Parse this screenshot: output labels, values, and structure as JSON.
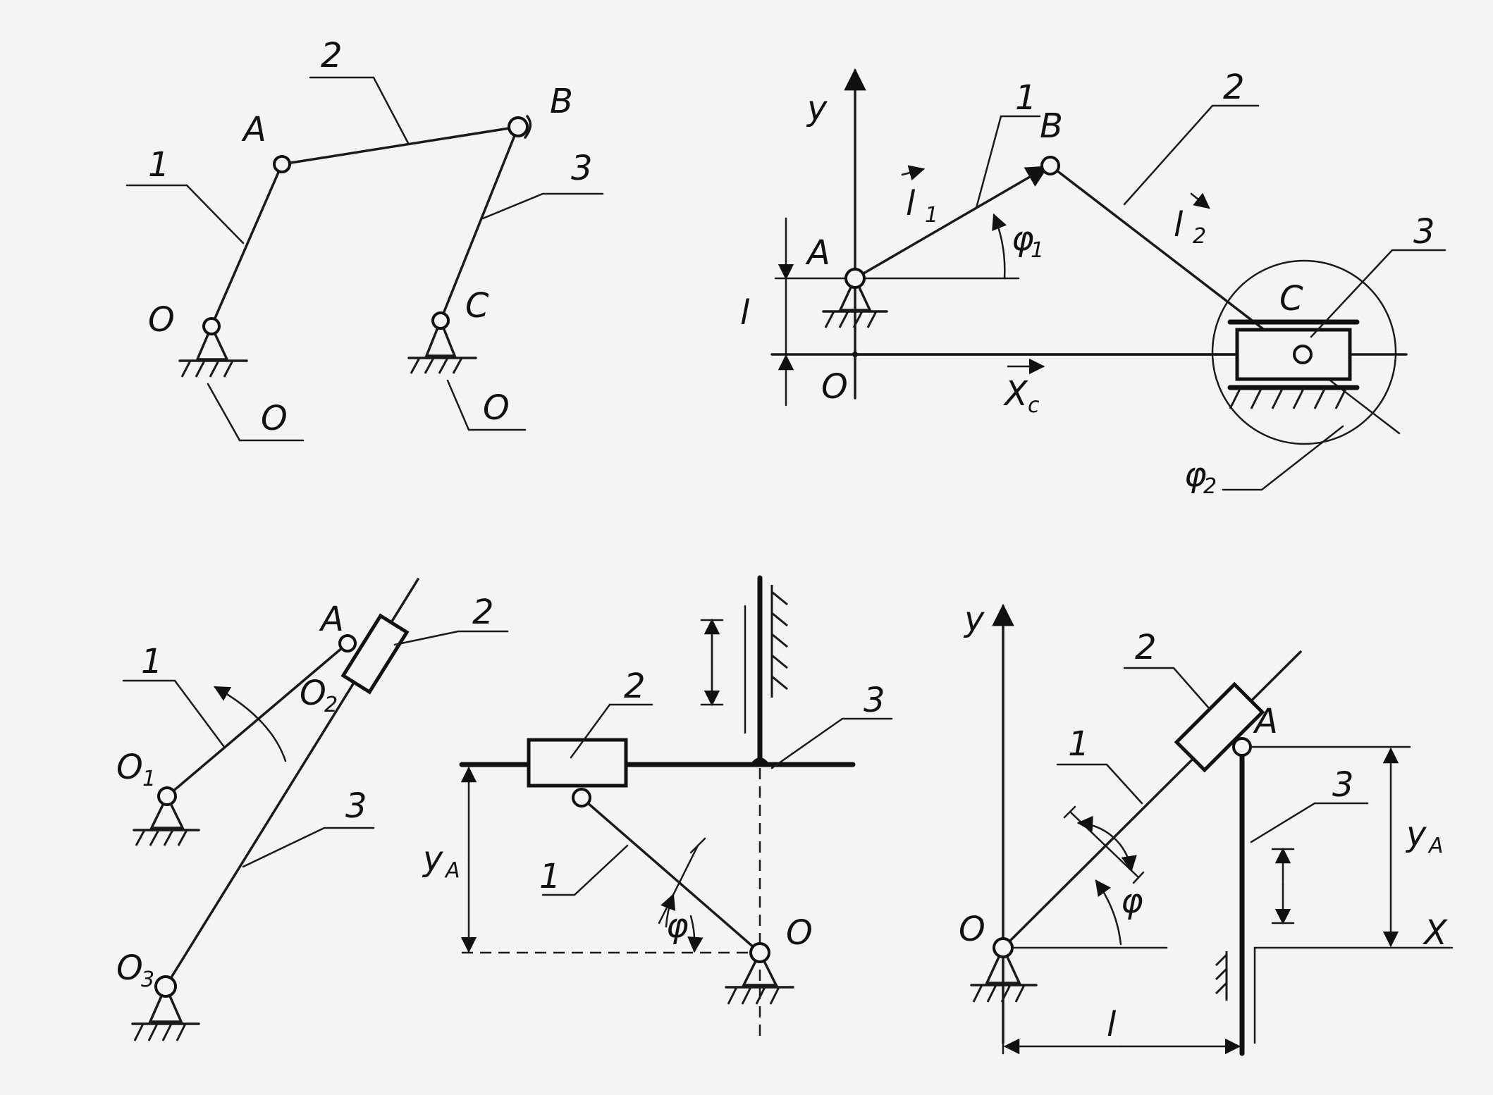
{
  "diagram1": {
    "link1": "1",
    "link2": "2",
    "link3": "3",
    "jointA": "A",
    "jointB": "B",
    "jointC": "C",
    "jointO": "O",
    "ground1": "O",
    "ground2": "O"
  },
  "diagram2": {
    "axisY": "y",
    "jointA": "A",
    "jointB": "B",
    "jointC": "C",
    "origin": "O",
    "link1": "1",
    "link2": "2",
    "link3": "3",
    "vecL1": "l",
    "vecL1Sub": "1",
    "vecL2": "l",
    "vecL2Sub": "2",
    "angle1": "φ",
    "angle1Sub": "1",
    "angle2": "φ",
    "angle2Sub": "2",
    "dimL": "l",
    "xc": "X",
    "xcSub": "c"
  },
  "diagram3": {
    "jointA": "A",
    "link1": "1",
    "link2": "2",
    "link3": "3",
    "o1": "O",
    "o1Sub": "1",
    "o2": "O",
    "o2Sub": "2",
    "o3": "O",
    "o3Sub": "3"
  },
  "diagram4": {
    "link1": "1",
    "link2": "2",
    "link3": "3",
    "jointO": "O",
    "yA": "y",
    "yASub": "A",
    "angle": "φ"
  },
  "diagram5": {
    "axisY": "y",
    "axisX": "X",
    "jointA": "A",
    "jointO": "O",
    "link1": "1",
    "link2": "2",
    "link3": "3",
    "yA": "y",
    "yASub": "A",
    "angle": "φ",
    "dimL": "l"
  }
}
